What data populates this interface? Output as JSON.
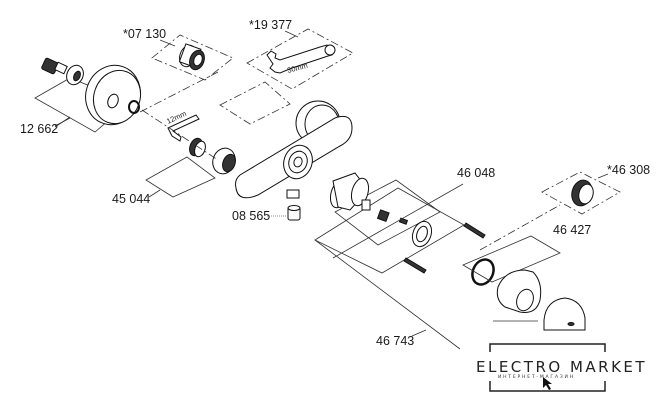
{
  "diagram": {
    "title": "Exploded parts diagram - wall-mounted shower mixer",
    "callouts": [
      {
        "id": "c1",
        "text": "*07 130"
      },
      {
        "id": "c2",
        "text": "*19 377"
      },
      {
        "id": "c3",
        "text": "12 662"
      },
      {
        "id": "c4",
        "text": "45 044"
      },
      {
        "id": "c5",
        "text": "08 565"
      },
      {
        "id": "c6",
        "text": "46 048"
      },
      {
        "id": "c7",
        "text": "*46 308"
      },
      {
        "id": "c8",
        "text": "46 427"
      },
      {
        "id": "c9",
        "text": "46 743"
      }
    ],
    "dimensions": {
      "allen_key": "12mm",
      "wrench": "30mm"
    }
  },
  "watermark": {
    "title": "ELECTRO MARKET",
    "subtitle": "ИНТЕРНЕТ-МАГАЗИН"
  }
}
